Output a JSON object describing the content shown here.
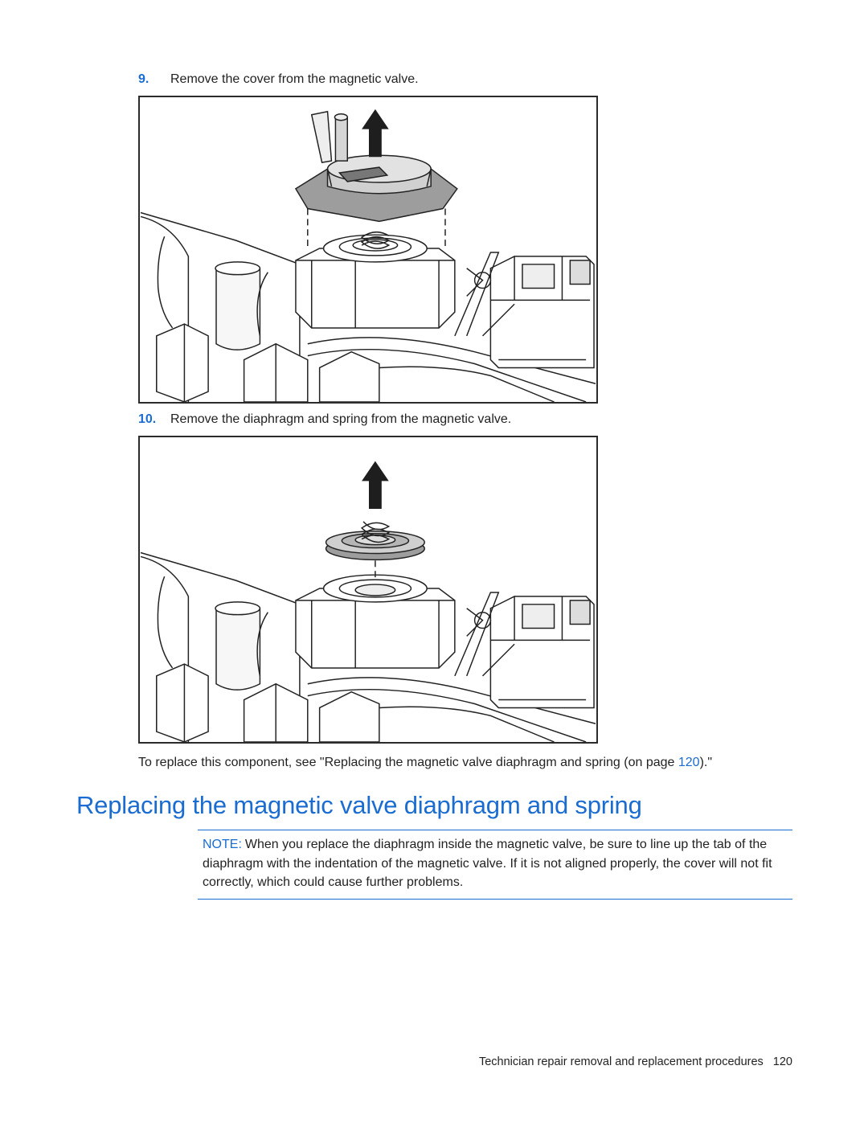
{
  "steps": [
    {
      "number": "9.",
      "text": "Remove the cover from the magnetic valve."
    },
    {
      "number": "10.",
      "text": "Remove the diaphragm and spring from the magnetic valve."
    }
  ],
  "replace_text": {
    "before": "To replace this component, see \"Replacing the magnetic valve diaphragm and spring (on page ",
    "link": "120",
    "after": ").\""
  },
  "section_title": "Replacing the magnetic valve diaphragm and spring",
  "note": {
    "label": "NOTE:",
    "text": "When you replace the diaphragm inside the magnetic valve, be sure to line up the tab of the diaphragm with the indentation of the magnetic valve. If it is not aligned properly, the cover will not fit correctly, which could cause further problems."
  },
  "footer": {
    "title": "Technician repair removal and replacement procedures",
    "page": "120"
  }
}
